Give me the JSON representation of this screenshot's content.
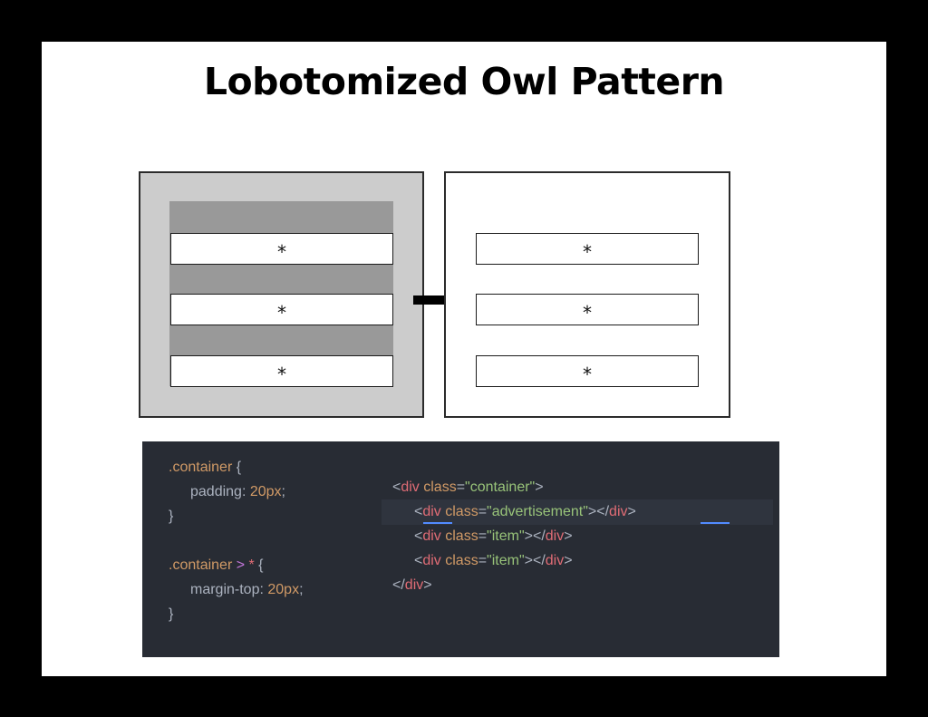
{
  "title": "Lobotomized Owl Pattern",
  "diagram": {
    "left_items": [
      "*",
      "*",
      "*"
    ],
    "right_items": [
      "*",
      "*",
      "*"
    ],
    "colors": {
      "outer_gray": "#cccccc",
      "margin_gray": "#999999",
      "arrow": "#000000"
    },
    "arrow_icon": "right-arrow-icon"
  },
  "css_code": {
    "line1": {
      "selector": ".container",
      "open": " {"
    },
    "line2": {
      "property": "padding",
      "colon": ": ",
      "value": "20px",
      "semi": ";"
    },
    "line3": "}",
    "line5": {
      "selector": ".container",
      "combinator": " > ",
      "star": "*",
      "open": " {"
    },
    "line6": {
      "property": "margin-top",
      "colon": ": ",
      "value": "20px",
      "semi": ";"
    },
    "line7": "}"
  },
  "html_code": {
    "line1": {
      "lt": "<",
      "tag": "div",
      "attr": " class",
      "eq": "=",
      "val": "\"container\"",
      "gt": ">"
    },
    "line2": {
      "lt": "<",
      "tag": "div",
      "attr": " class",
      "eq": "=",
      "val": "\"advertisement\"",
      "mid": "></",
      "tag2": "div",
      "gt": ">"
    },
    "line3": {
      "lt": "<",
      "tag": "div",
      "attr": " class",
      "eq": "=",
      "val": "\"item\"",
      "mid": "></",
      "tag2": "div",
      "gt": ">"
    },
    "line4": {
      "lt": "<",
      "tag": "div",
      "attr": " class",
      "eq": "=",
      "val": "\"item\"",
      "mid": "></",
      "tag2": "div",
      "gt": ">"
    },
    "line5": {
      "lt": "</",
      "tag": "div",
      "gt": ">"
    }
  }
}
